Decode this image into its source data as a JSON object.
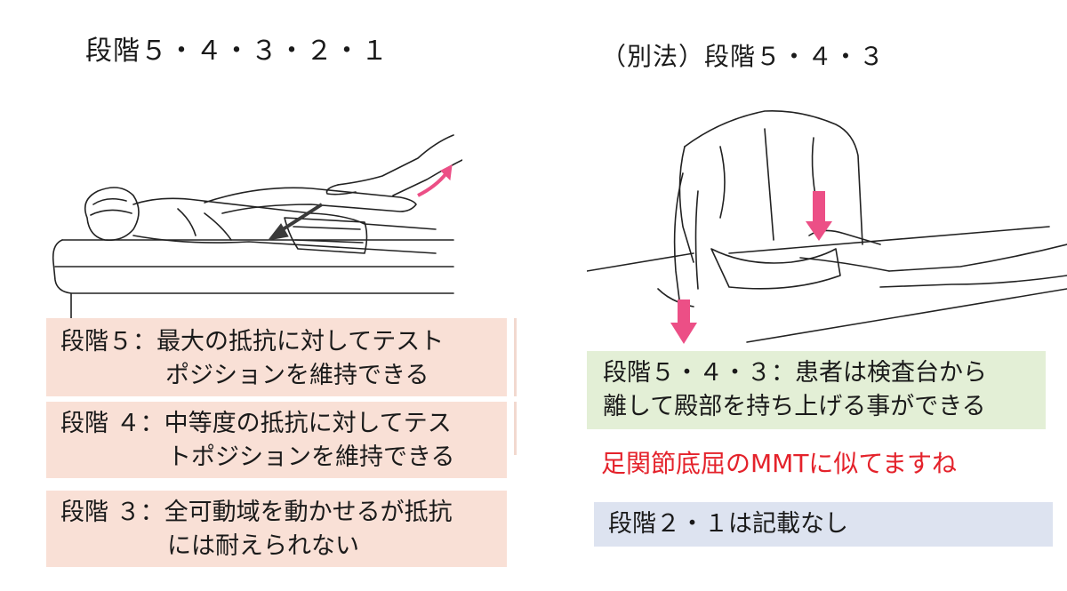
{
  "left": {
    "heading": "段階５・４・３・２・１",
    "grade5_line1": "段階５：最大の抵抗に対してテスト",
    "grade5_line2": "ポジションを維持できる",
    "grade4_line1": "段階 ４：中等度の抵抗に対してテス",
    "grade4_line2": "トポジションを維持できる",
    "grade3_line1": "段階 ３：全可動域を動かせるが抵抗",
    "grade3_line2": "には耐えられない"
  },
  "right": {
    "heading": "（別法）段階５・４・３",
    "green_line1": "段階５・４・３：患者は検査台から",
    "green_line2": "離して殿部を持ち上げる事ができる",
    "note": "足関節底屈のMMTに似てますね",
    "blue": "段階２・１は記載なし"
  },
  "colors": {
    "peach_box": "#f9e0d6",
    "green_box": "#e3efd6",
    "blue_box": "#dde3f0",
    "note_red": "#e4222b",
    "arrow_pink": "#ec4f86",
    "arrow_gray": "#3a3a3a"
  }
}
